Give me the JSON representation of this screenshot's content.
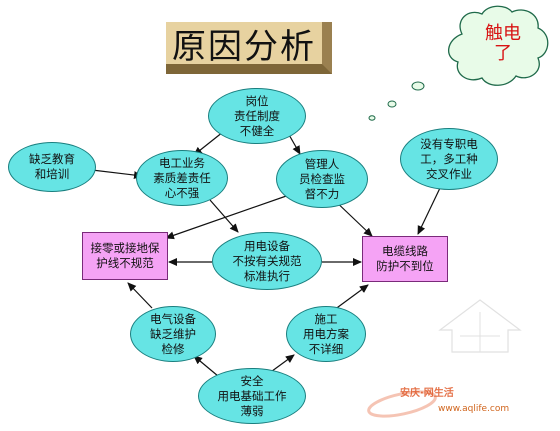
{
  "title": "原因分析",
  "cloud_label": "触电\n了",
  "nodes": {
    "post_system": "岗位\n责任制度\n不健全",
    "lack_education": "缺乏教育\n和培训",
    "electrician_quality": "电工业务\n素质差责任\n心不强",
    "manager_inspection": "管理人\n员检查监\n督不力",
    "no_dedicated": "没有专职电\n工，多工种\n交叉作业",
    "grounding_line": "接零或接地保\n护线不规范",
    "equipment_standard": "用电设备\n不按有关规范\n标准执行",
    "cable_protection": "电缆线路\n防护不到位",
    "maintenance": "电气设备\n缺乏维护\n检修",
    "construction_plan": "施工\n用电方案\n不详细",
    "safety_foundation": "安全\n用电基础工作\n薄弱"
  },
  "watermark": {
    "text": "安庆·网生活",
    "url": "www.aqlife.com"
  },
  "colors": {
    "ellipse_fill": "#66e4e4",
    "rect_fill": "#f5a3f5",
    "title_fill": "#e7d2a0",
    "cloud_text": "#d81414"
  }
}
